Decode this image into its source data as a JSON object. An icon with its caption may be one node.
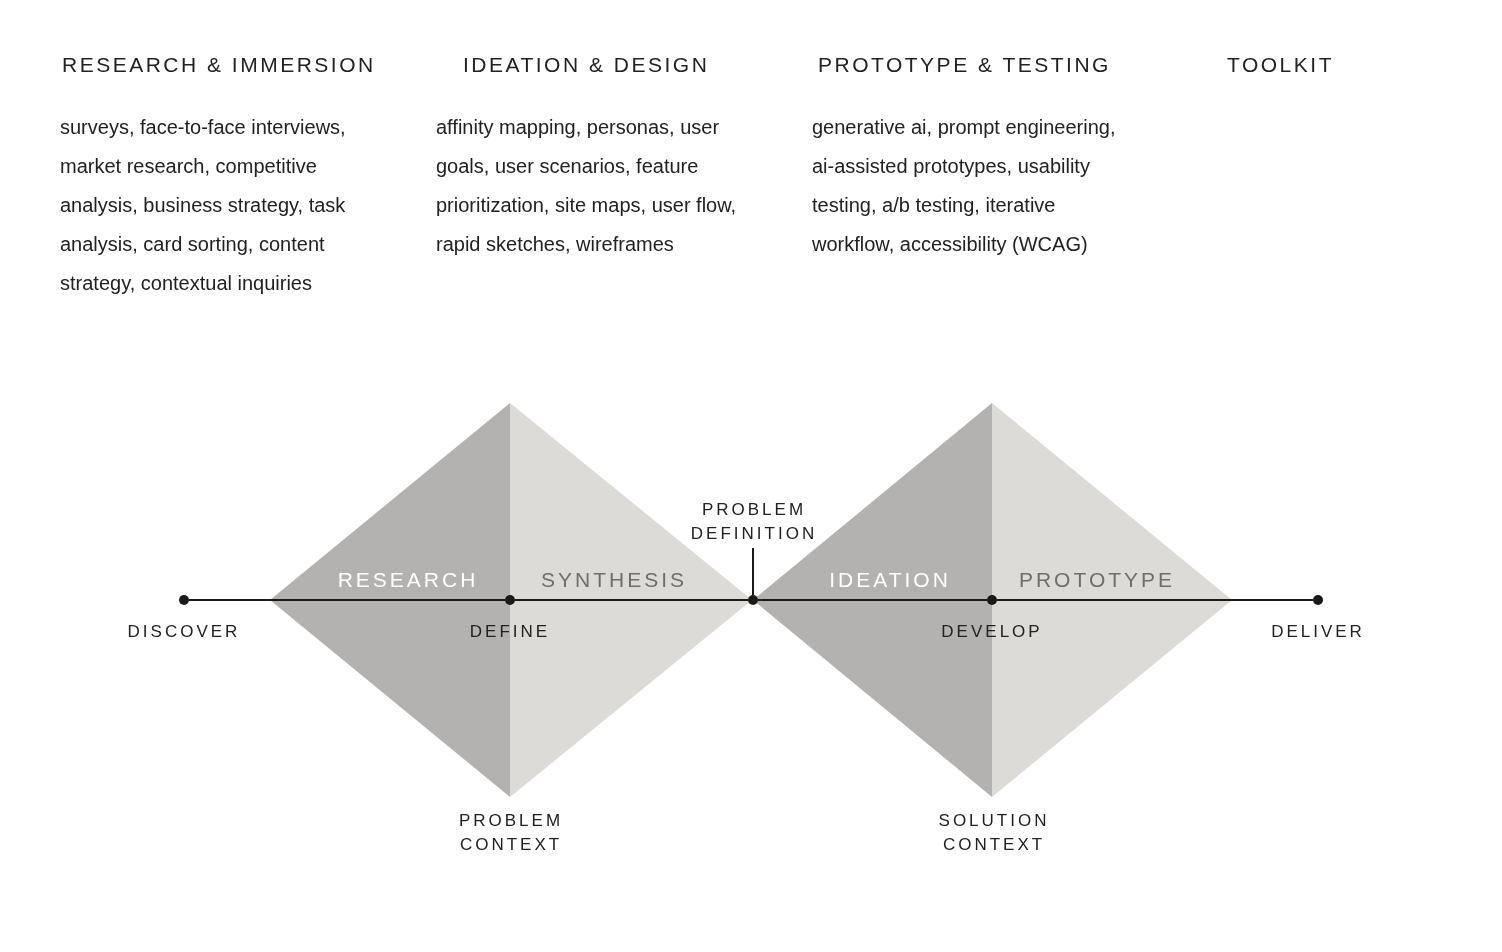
{
  "diagram": {
    "nodes": [
      {
        "text": [
          "DISCOVER"
        ]
      },
      {
        "text": [
          "DEFINE"
        ]
      },
      {
        "text": [],
        "shape": "circle"
      },
      {
        "text": [
          "PROBLEM DEFINITION"
        ]
      },
      {
        "text": [
          "DEVELOP"
        ]
      },
      {
        "text": [
          "DELIVER"
        ]
      }
    ],
    "edges": [
      {
        "from": 0,
        "to": 1,
        "arrow": "none"
      },
      {
        "from": 1,
        "to": 2,
        "arrow": "none"
      },
      {
        "from": 2,
        "to": 4,
        "arrow": "none"
      },
      {
        "from": 4,
        "to": 5,
        "arrow": "none"
      },
      {
        "from": 3,
        "to": 2,
        "arrow": "none"
      }
    ],
    "labels": [
      "RESEARCH & IMMERSION",
      "IDEATION & DESIGN",
      "PROTOTYPE & TESTING",
      "TOOLKIT",
      "surveys, face-to-face interviews, market research, competitive analysis, business strategy, task analysis, card sorting, content strategy, contextual inquiries",
      "affinity mapping, personas, user goals, user scenarios, feature prioritization, site maps, user flow, rapid sketches, wireframes",
      "generative ai, prompt engineering, ai-assisted prototypes, usability testing, a/b testing, iterative workflow, accessibility (WCAG)",
      "RESEARCH",
      "SYNTHESIS",
      "IDEATION",
      "PROTOTYPE",
      "PROBLEM CONTEXT",
      "SOLUTION CONTEXT"
    ]
  }
}
